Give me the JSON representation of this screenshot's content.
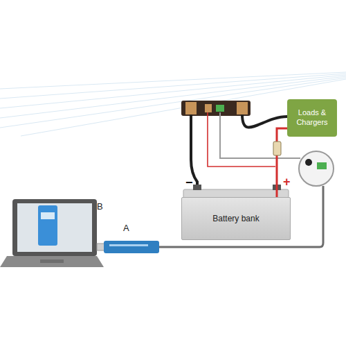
{
  "diagram": {
    "nodes": [
      {
        "text": [
          "Loads & Chargers"
        ]
      },
      {
        "text": [
          "Battery bank"
        ]
      }
    ],
    "edges": [
      {
        "from": 1,
        "to": 0,
        "arrow": "none"
      }
    ],
    "labels": [
      "−",
      "+",
      "B",
      "A"
    ]
  }
}
